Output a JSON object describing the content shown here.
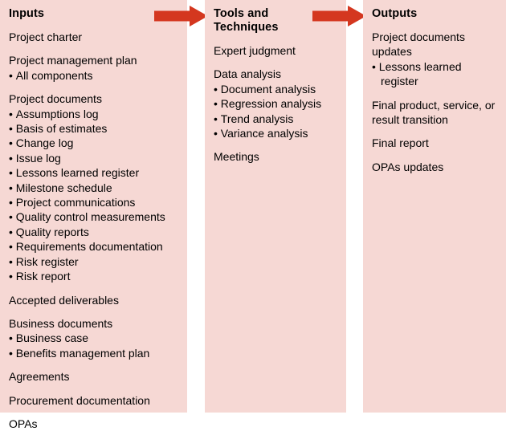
{
  "diagram": {
    "type": "itto-process-diagram",
    "colors": {
      "panel_background": "#f6d8d4",
      "arrow": "#d4371f",
      "text": "#000000",
      "page_background": "#ffffff"
    },
    "arrows": [
      {
        "name": "arrow-inputs-to-tools",
        "direction": "right"
      },
      {
        "name": "arrow-tools-to-outputs",
        "direction": "right"
      }
    ],
    "columns": [
      {
        "id": "inputs",
        "title": "Inputs",
        "groups": [
          {
            "heading": "Project charter",
            "items": []
          },
          {
            "heading": "Project management plan",
            "items": [
              "All components"
            ]
          },
          {
            "heading": "Project documents",
            "items": [
              "Assumptions log",
              "Basis of estimates",
              "Change log",
              "Issue log",
              "Lessons learned register",
              "Milestone schedule",
              "Project communications",
              "Quality control measurements",
              "Quality reports",
              "Requirements documentation",
              "Risk register",
              "Risk report"
            ]
          },
          {
            "heading": "Accepted deliverables",
            "items": []
          },
          {
            "heading": "Business documents",
            "items": [
              "Business case",
              "Benefits management plan"
            ]
          },
          {
            "heading": "Agreements",
            "items": []
          },
          {
            "heading": "Procurement documentation",
            "items": []
          },
          {
            "heading": "OPAs",
            "items": []
          }
        ]
      },
      {
        "id": "tools",
        "title": "Tools and Techniques",
        "groups": [
          {
            "heading": "Expert judgment",
            "items": []
          },
          {
            "heading": "Data analysis",
            "items": [
              "Document analysis",
              "Regression analysis",
              "Trend analysis",
              "Variance analysis"
            ]
          },
          {
            "heading": "Meetings",
            "items": []
          }
        ]
      },
      {
        "id": "outputs",
        "title": "Outputs",
        "groups": [
          {
            "heading": "Project documents updates",
            "items": [
              "Lessons learned register"
            ]
          },
          {
            "heading": "Final product, service, or result transition",
            "items": []
          },
          {
            "heading": "Final report",
            "items": []
          },
          {
            "heading": "OPAs updates",
            "items": []
          }
        ]
      }
    ]
  }
}
